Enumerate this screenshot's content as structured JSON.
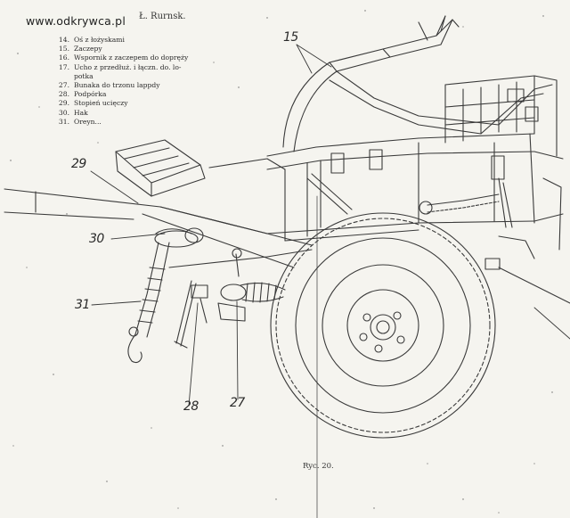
{
  "watermark": "www.odkrywca.pl",
  "header_word": "Ł. Rurnsk.",
  "legend": [
    {
      "num": "14.",
      "text": "Oś z łożyskami"
    },
    {
      "num": "15.",
      "text": "Zaczepy"
    },
    {
      "num": "16.",
      "text": "Wspornik z zaczepem do dopręży"
    },
    {
      "num": "17.",
      "text": "Ucho z przedłuż. i łączn. do. lo-\npotka"
    },
    {
      "num": "27.",
      "text": "Bunaka do trzonu lappdy"
    },
    {
      "num": "28.",
      "text": "Podpórka"
    },
    {
      "num": "29.",
      "text": "Stopień ucięczy"
    },
    {
      "num": "30.",
      "text": "Hak"
    },
    {
      "num": "31.",
      "text": "Oreyn..."
    }
  ],
  "callouts": {
    "c15": "15",
    "c29": "29",
    "c30": "30",
    "c31": "31",
    "c28": "28",
    "c27": "27"
  },
  "caption": "Ryc. 20."
}
